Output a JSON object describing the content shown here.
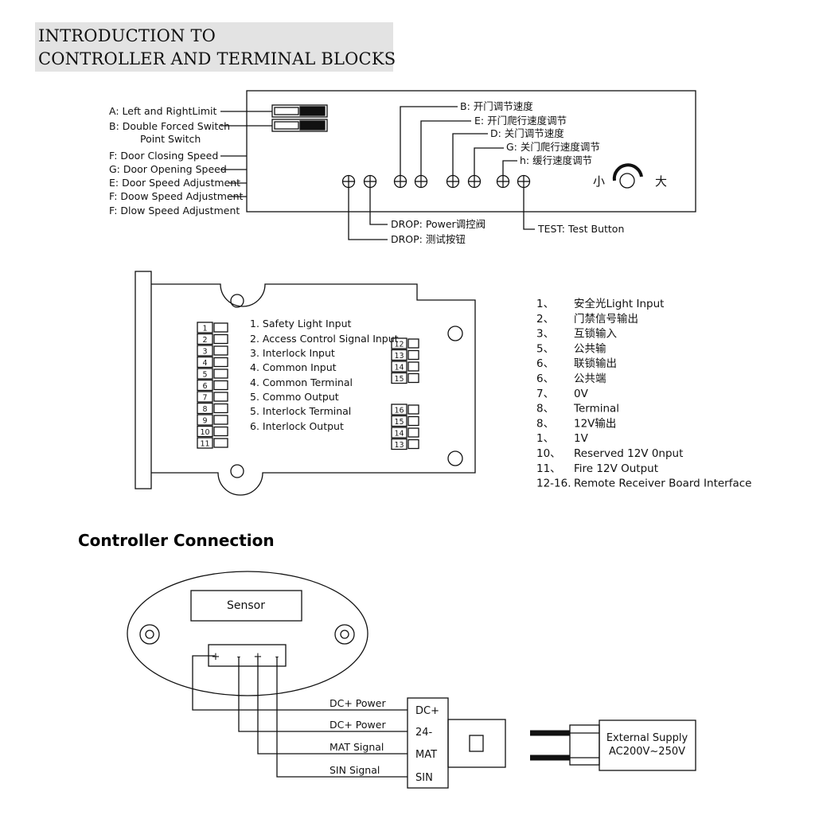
{
  "header": {
    "title_line1": "INTRODUCTION TO",
    "title_line2": "CONTROLLER AND TERMINAL BLOCKS"
  },
  "panel": {
    "left_labels": [
      "A: Left and RightLimit",
      "B: Double Forced Switch",
      "Point Switch",
      "F: Door Closing Speed",
      "G: Door Opening Speed",
      "E: Door Speed Adjustment",
      "F: Doow Speed Adjustment",
      "F: Dlow Speed Adjustment"
    ],
    "top_labels": [
      "B: 开门调节速度",
      "E: 开门爬行速度调节",
      "D: 关门调节速度",
      "G: 关门爬行速度调节",
      "h: 缓行速度调节"
    ],
    "bottom_labels": [
      "DROP: Power调控阀",
      "DROP: 测试按钮",
      "TEST: Test Button"
    ],
    "dial_small": "小",
    "dial_large": "大"
  },
  "terminal_board": {
    "pin_numbers": [
      "1",
      "2",
      "3",
      "4",
      "5",
      "6",
      "7",
      "8",
      "9",
      "10",
      "11"
    ],
    "inner_labels": [
      "1. Safety Light Input",
      "2. Access Control Signal Input",
      "3. Interlock Input",
      "4. Common Input",
      "4. Common Terminal",
      "5. Commo Output",
      "5. Interlock Terminal",
      "6. Interlock Output"
    ],
    "right_block_top": [
      "12",
      "13",
      "14",
      "15"
    ],
    "right_block_bottom": [
      "16",
      "15",
      "14",
      "13"
    ]
  },
  "legend": [
    {
      "num": "1、",
      "text": "安全光Light Input"
    },
    {
      "num": "2、",
      "text": "门禁信号输出"
    },
    {
      "num": "3、",
      "text": "互锁输入"
    },
    {
      "num": "5、",
      "text": "公共输"
    },
    {
      "num": "6、",
      "text": "联锁输出"
    },
    {
      "num": "6、",
      "text": "公共端"
    },
    {
      "num": "7、",
      "text": "0V"
    },
    {
      "num": "8、",
      "text": "Terminal"
    },
    {
      "num": "8、",
      "text": "12V输出"
    },
    {
      "num": "1、",
      "text": "1V"
    },
    {
      "num": "10、",
      "text": "Reserved 12V 0nput"
    },
    {
      "num": "11、",
      "text": "Fire 12V Output"
    },
    {
      "num": "12-16.",
      "text": "Remote Receiver Board Interface"
    }
  ],
  "connection": {
    "heading": "Controller Connection",
    "sensor_label": "Sensor",
    "sensor_pins": [
      "+",
      "-",
      "+",
      "-"
    ],
    "wire_labels": [
      "DC+ Power",
      "DC+ Power",
      "MAT Signal",
      "SIN Signal"
    ],
    "connector_labels": [
      "DC+",
      "24-",
      "MAT",
      "SIN"
    ],
    "supply_line1": "External Supply",
    "supply_line2": "AC200V~250V"
  }
}
